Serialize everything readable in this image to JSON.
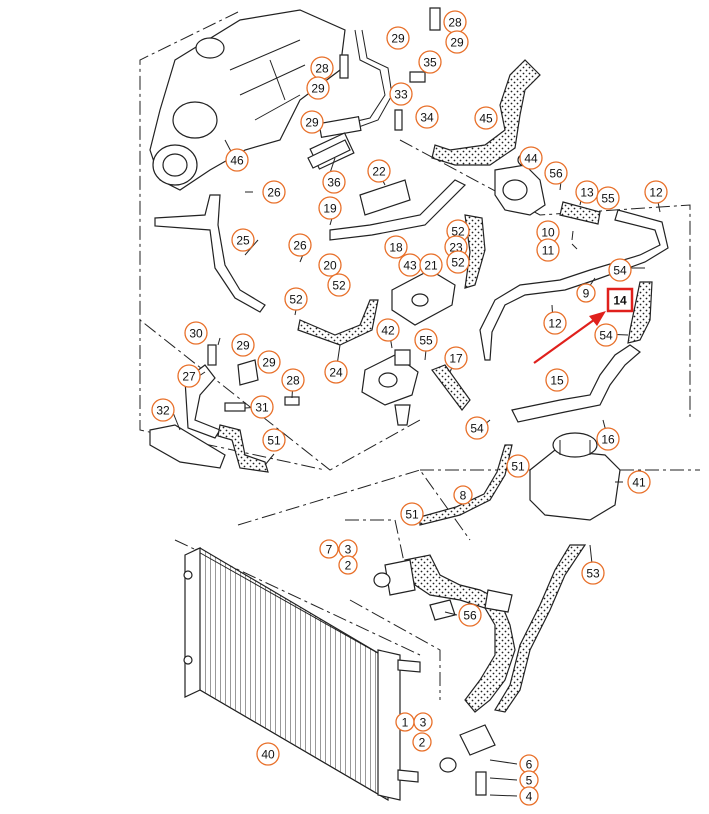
{
  "diagram": {
    "callouts": [
      "1",
      "2",
      "3",
      "4",
      "5",
      "6",
      "7",
      "8",
      "9",
      "10",
      "11",
      "12",
      "13",
      "14",
      "15",
      "16",
      "17",
      "18",
      "19",
      "20",
      "21",
      "22",
      "23",
      "24",
      "25",
      "26",
      "27",
      "28",
      "29",
      "30",
      "31",
      "32",
      "33",
      "34",
      "35",
      "36",
      "40",
      "41",
      "42",
      "43",
      "44",
      "45",
      "46",
      "51",
      "52",
      "53",
      "54",
      "55",
      "56"
    ],
    "highlighted_callout": "14",
    "colors": {
      "callout_ring": "#e8702a",
      "highlight_box": "#e0201c",
      "arrow": "#e0201c",
      "line": "#222222"
    }
  }
}
